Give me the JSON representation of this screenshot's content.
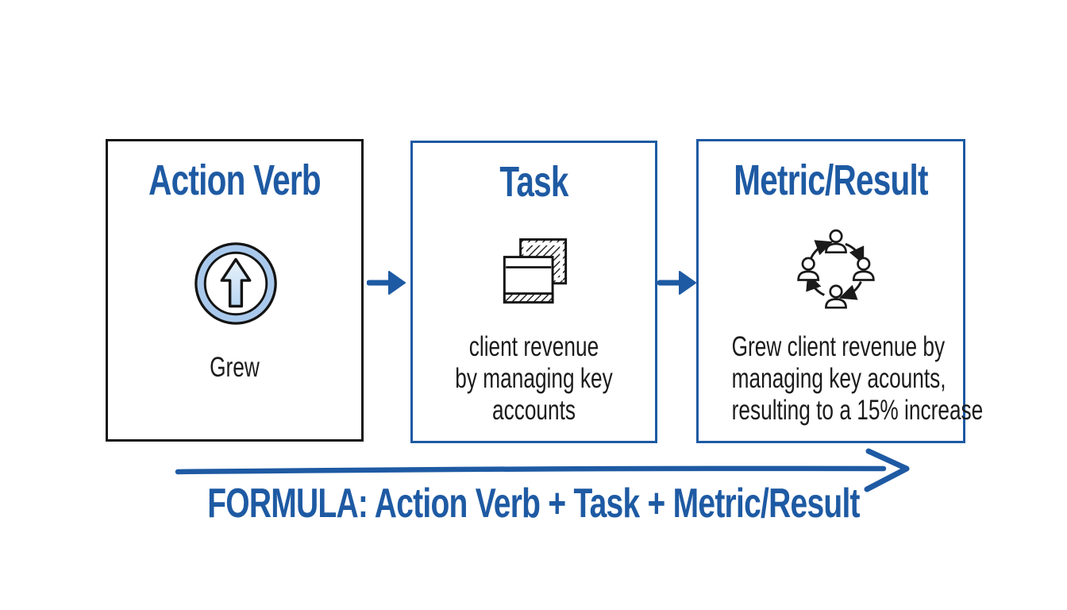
{
  "colors": {
    "accent_blue": "#1e5aa3",
    "box1_border_black": "#141414",
    "body_text_black": "#1b1b1b",
    "icon_ring_light_blue": "#a9c9ec",
    "icon_arrow_fill_light": "#e9f2fb",
    "icon_arrow_fill_dark": "#b9d7f2"
  },
  "boxes": [
    {
      "title": "Action Verb",
      "icon": "arrow-up-circle-icon",
      "text": "Grew"
    },
    {
      "title": "Task",
      "icon": "overlapping-windows-icon",
      "lines": [
        "client revenue",
        "by managing key",
        "accounts"
      ]
    },
    {
      "title": "Metric/Result",
      "icon": "people-cycle-icon",
      "lines": [
        "Grew client revenue by",
        "managing key acounts,",
        "resulting to a 15% increase"
      ]
    }
  ],
  "connectors": {
    "between_boxes_icon": "right-arrow-icon",
    "bottom_icon": "long-right-arrow-icon"
  },
  "formula": {
    "label": "FORMULA: Action Verb + Task + Metric/Result"
  }
}
